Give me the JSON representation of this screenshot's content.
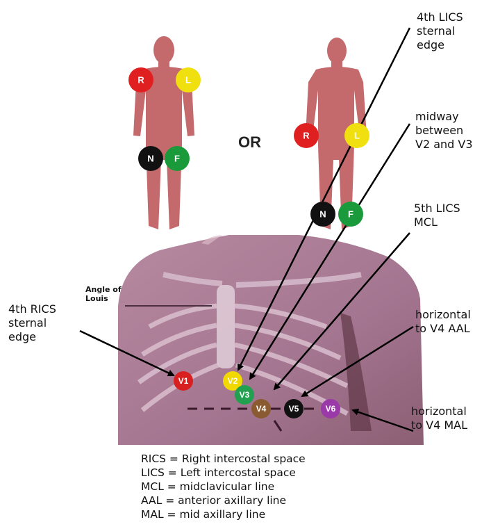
{
  "limb_figures": {
    "or_label": "OR",
    "left_figure": {
      "R": "R",
      "L": "L",
      "N": "N",
      "F": "F"
    },
    "right_figure": {
      "R": "R",
      "L": "L",
      "N": "N",
      "F": "F"
    }
  },
  "chest": {
    "angle_label": "Angle of\nLouis",
    "electrodes": [
      "V1",
      "V2",
      "V3",
      "V4",
      "V5",
      "V6"
    ]
  },
  "annotations": {
    "v2": "4th LICS\nsternal\nedge",
    "v3": "midway\nbetween\nV2 and V3",
    "v4": "5th LICS\nMCL",
    "v5": "horizontal\nto V4 AAL",
    "v6": "horizontal\nto V4 MAL",
    "v1": "4th RICS\nsternal\nedge"
  },
  "legend": [
    "RICS = Right intercostal space",
    "LICS = Left intercostal space",
    "MCL = midclavicular line",
    "AAL = anterior axillary line",
    "MAL = mid axillary line"
  ],
  "colors": {
    "body": "#c56a6c",
    "chest_skin": "#a77a8f",
    "R": "#e02020",
    "L": "#f0e010",
    "N": "#111111",
    "F": "#1a9a3a",
    "V1": "#d82020",
    "V2": "#f0d800",
    "V3": "#22a050",
    "V4": "#8a5a30",
    "V5": "#111111",
    "V6": "#9a3aa8"
  }
}
